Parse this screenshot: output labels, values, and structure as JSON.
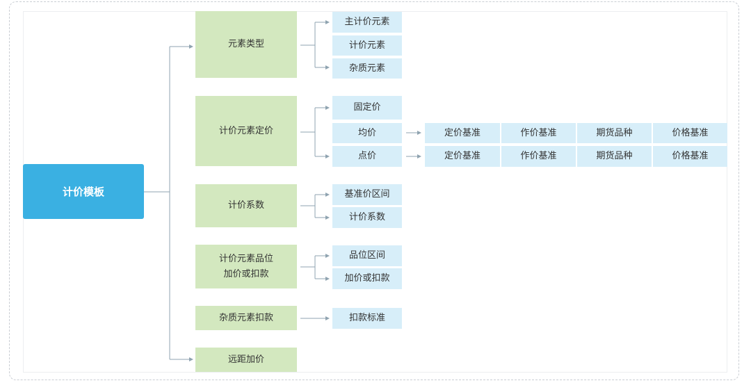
{
  "root": "计价模板",
  "categories": [
    "元素类型",
    "计价元素定价",
    "计价系数",
    "计价元素品位\n加价或扣款",
    "杂质元素扣款",
    "远距加价"
  ],
  "cat0_children": [
    "主计价元素",
    "计价元素",
    "杂质元素"
  ],
  "cat1_children": [
    "固定价",
    "均价",
    "点价"
  ],
  "junjia_subs": [
    "定价基准",
    "作价基准",
    "期货品种",
    "价格基准"
  ],
  "dianjia_subs": [
    "定价基准",
    "作价基准",
    "期货品种",
    "价格基准"
  ],
  "cat2_children": [
    "基准价区间",
    "计价系数"
  ],
  "cat3_children": [
    "品位区间",
    "加价或扣款"
  ],
  "cat4_children": [
    "扣款标准"
  ]
}
